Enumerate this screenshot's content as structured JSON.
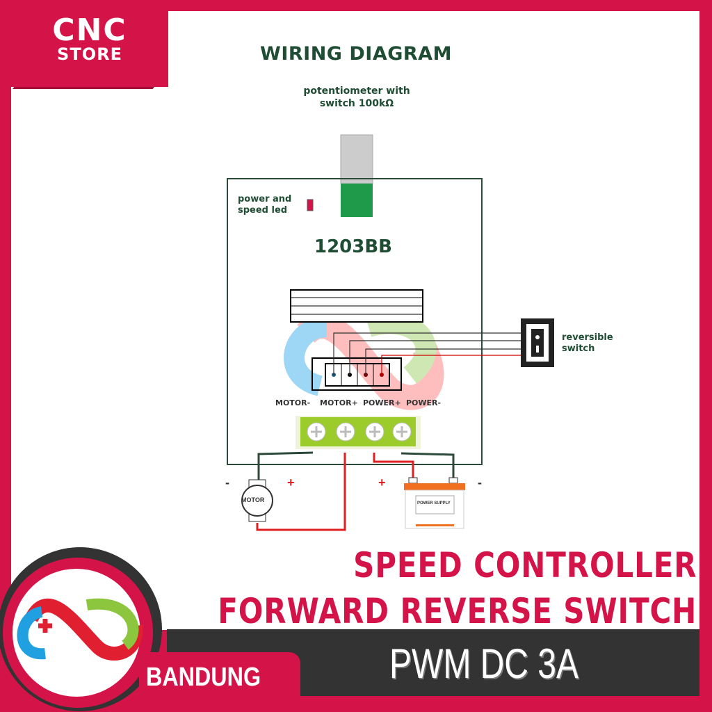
{
  "brand": {
    "line1": "CNC",
    "line2": "STORE",
    "city": "BANDUNG"
  },
  "diagram": {
    "title": "WIRING DIAGRAM",
    "potentiometer_label_1": "potentiometer with",
    "potentiometer_label_2": "switch 100kΩ",
    "led_label_1": "power and",
    "led_label_2": "speed led",
    "model": "1203BB",
    "switch_label_1": "reversible",
    "switch_label_2": "switch",
    "terminals": [
      "MOTOR-",
      "MOTOR+",
      "POWER+",
      "POWER-"
    ],
    "motor_label": "MOTOR",
    "supply_label": "POWER SUPPLY",
    "minus": "-",
    "plus": "+"
  },
  "product": {
    "line1": "SPEED CONTROLLER",
    "line2": "FORWARD REVERSE SWITCH",
    "spec": "PWM DC 3A"
  },
  "colors": {
    "accent": "#d41449",
    "dark": "#333333",
    "text_green": "#1f4d33",
    "terminal_green": "#9ccc2c"
  }
}
